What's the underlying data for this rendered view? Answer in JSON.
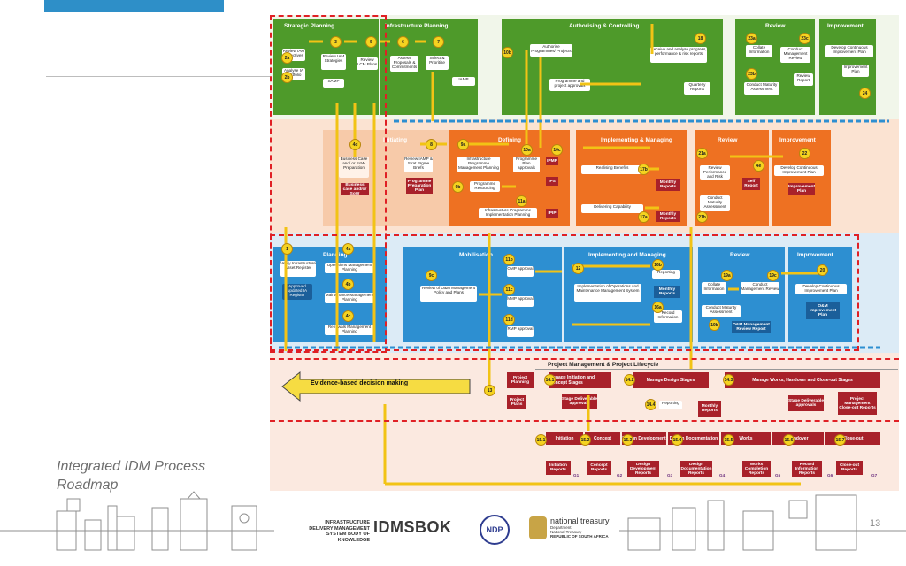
{
  "slide": {
    "caption_line1": "Integrated IDM Process",
    "caption_line2": "Roadmap",
    "page_number": "13",
    "accent_color": "#2e8fc8"
  },
  "diagram": {
    "green_row": {
      "strategic_planning": "Strategic Planning",
      "infrastructure_planning": "Infrastructure Planning",
      "authorising_controlling": "Authorising & Controlling",
      "review": "Review",
      "improvement": "Improvement",
      "items": {
        "review_iam_objectives": "Review IAM Objectives",
        "analyse_ia_portfolio": "Analyse IA Portfolio",
        "review_iam_strategies": "Review IAM Strategies",
        "samp": "SAMP",
        "review_lcm_plans": "Review LCM Plans",
        "assess_proposals": "Assess Proposals & Commitments",
        "select_prioritise": "Select & Prioritise",
        "iamp": "IAMP",
        "authorise_programmes": "Authorise Programmes/ Projects",
        "programme_approvals": "Programme and project approvals",
        "receive_analyse": "Receive and analyse progress, performance & risk reports",
        "quarterly_reports": "Quarterly Reports",
        "collate_information": "Collate Information",
        "conduct_management_review": "Conduct Management Review",
        "conduct_maturity": "Conduct Maturity Assessment",
        "review_report": "Review Report",
        "develop_continuous": "Develop Continuous Improvement Plan",
        "improvement_plan": "Improvement Plan"
      }
    },
    "orange_row": {
      "initiating": "Initiating",
      "defining": "Defining",
      "implementing_managing": "Implementing & Managing",
      "review": "Review",
      "improvement": "Improvement",
      "items": {
        "business_case": "Business Case and/ or SoW Preparation",
        "business_case_out": "Business case and/or SoW",
        "review_iamp": "Review IAMP & Strat Prgme Briefs",
        "programme_prep_plan": "Programme Preparation Plan",
        "infra_programme_planning": "Infrastructure Programme Management Planning",
        "programme_plan_approvals": "Programme Plan approvals",
        "programme_resourcing": "Programme Resourcing",
        "infra_impl_planning": "Infrastructure Programme Implementation Planning",
        "ipmp": "IPMP",
        "ips": "IPS",
        "ipip": "IPIP",
        "realising_benefits": "Realising Benefits",
        "delivering_capability": "Delivering Capability",
        "monthly_reports": "Monthly Reports",
        "review_performance": "Review Performance and Risk",
        "conduct_maturity": "Conduct Maturity Assessment",
        "self_report": "Self Report",
        "develop_continuous": "Develop Continuous Improvement Plan",
        "improvement_plan": "Improvement Plan"
      }
    },
    "blue_row": {
      "planning": "Planning",
      "mobilisation": "Mobilisation",
      "implementing_managing": "Implementing and Managing",
      "review": "Review",
      "improvement": "Improvement",
      "items": {
        "verify_register": "Verify Infrastructure Asset Register",
        "approved_register": "Approved updated IA Register",
        "operations_planning": "Operations Management Planning",
        "maintenance_planning": "Maintenance Management Planning",
        "renewals_planning": "Renewals Management Planning",
        "review_om": "Review of O&M Management Policy and Plans",
        "omp_approval": "OMP approval",
        "mmp_approval": "MMP approval",
        "rmp_approval": "RMP approval",
        "implementation_om": "Implementation of Operations and Maintenance Management System",
        "reporting": "Reporting",
        "monthly_reports": "Monthly Reports",
        "record_information": "Record Information",
        "collate_information": "Collate Information",
        "conduct_management_review": "Conduct Management Review",
        "conduct_maturity": "Conduct Maturity Assessment",
        "om_review_report": "O&M Management Review Report",
        "develop_continuous": "Develop Continuous Improvement Plan",
        "om_improvement_plan": "O&M Improvement Plan"
      }
    },
    "project_row": {
      "title": "Project Management & Project Lifecycle",
      "evidence": "Evidence-based decision making",
      "project_planning": "Project Planning",
      "project_plans": "Project Plans",
      "manage_initiation": "Manage Initiation and Concept Stages",
      "stage_approvals": "Stage Deliverable approvals",
      "manage_design": "Manage Design Stages",
      "reporting": "Reporting",
      "monthly_reports": "Monthly Reports",
      "manage_works": "Manage Works, Handover and Close-out Stages",
      "stage_approvals_2": "Stage Deliverable approvals",
      "closeout_reports": "Project Management Close-out Reports",
      "stages": [
        "Initiation",
        "Concept",
        "Design Development",
        "Design Documentation",
        "Works",
        "Handover",
        "Close-out"
      ],
      "stage_numbers": [
        "15.1",
        "15.2",
        "15.3",
        "15.4",
        "15.5",
        "15.6",
        "15.7"
      ],
      "stage_outputs": [
        "Initiation Reports",
        "Concept Reports",
        "Design Development Reports",
        "Design Documentation Reports",
        "Works Completion Reports",
        "Record Information Reports",
        "Close-out Reports"
      ],
      "gates": [
        "G1",
        "G2",
        "G3",
        "G4",
        "G5",
        "G6",
        "G7"
      ]
    },
    "numbers": {
      "n1": "1",
      "n2a": "2a",
      "n2b": "2b",
      "n3": "3",
      "n4a": "4a",
      "n4b": "4b",
      "n4c": "4c",
      "n4d": "4d",
      "n4e": "4e",
      "n5": "5",
      "n6": "6",
      "n7": "7",
      "n8": "8",
      "n9a": "9a",
      "n9b": "9b",
      "n9c": "9c",
      "n10a": "10a",
      "n10b": "10b",
      "n10c": "10c",
      "n11a": "11a",
      "n11b": "11b",
      "n11c": "11c",
      "n11d": "11d",
      "n12": "12",
      "n13": "13",
      "n14_1": "14.1",
      "n14_2": "14.2",
      "n14_3": "14.3",
      "n14_4": "14.4",
      "n16a": "16a",
      "n16b": "16b",
      "n17a": "17a",
      "n17b": "17b",
      "n18": "18",
      "n19a": "19a",
      "n19b": "19b",
      "n19c": "19c",
      "n20": "20",
      "n21a": "21a",
      "n21b": "21b",
      "n22": "22",
      "n23a": "23a",
      "n23b": "23b",
      "n23c": "23c",
      "n24": "24"
    }
  },
  "footer": {
    "idms_line1": "INFRASTRUCTURE",
    "idms_line2": "DELIVERY MANAGEMENT",
    "idms_line3": "SYSTEM BODY OF KNOWLEDGE",
    "idmsbok": "IDMSBOK",
    "ndp": "NDP",
    "treasury": "national treasury",
    "treasury_sub1": "Department:",
    "treasury_sub2": "National Treasury",
    "treasury_sub3": "REPUBLIC OF SOUTH AFRICA"
  }
}
